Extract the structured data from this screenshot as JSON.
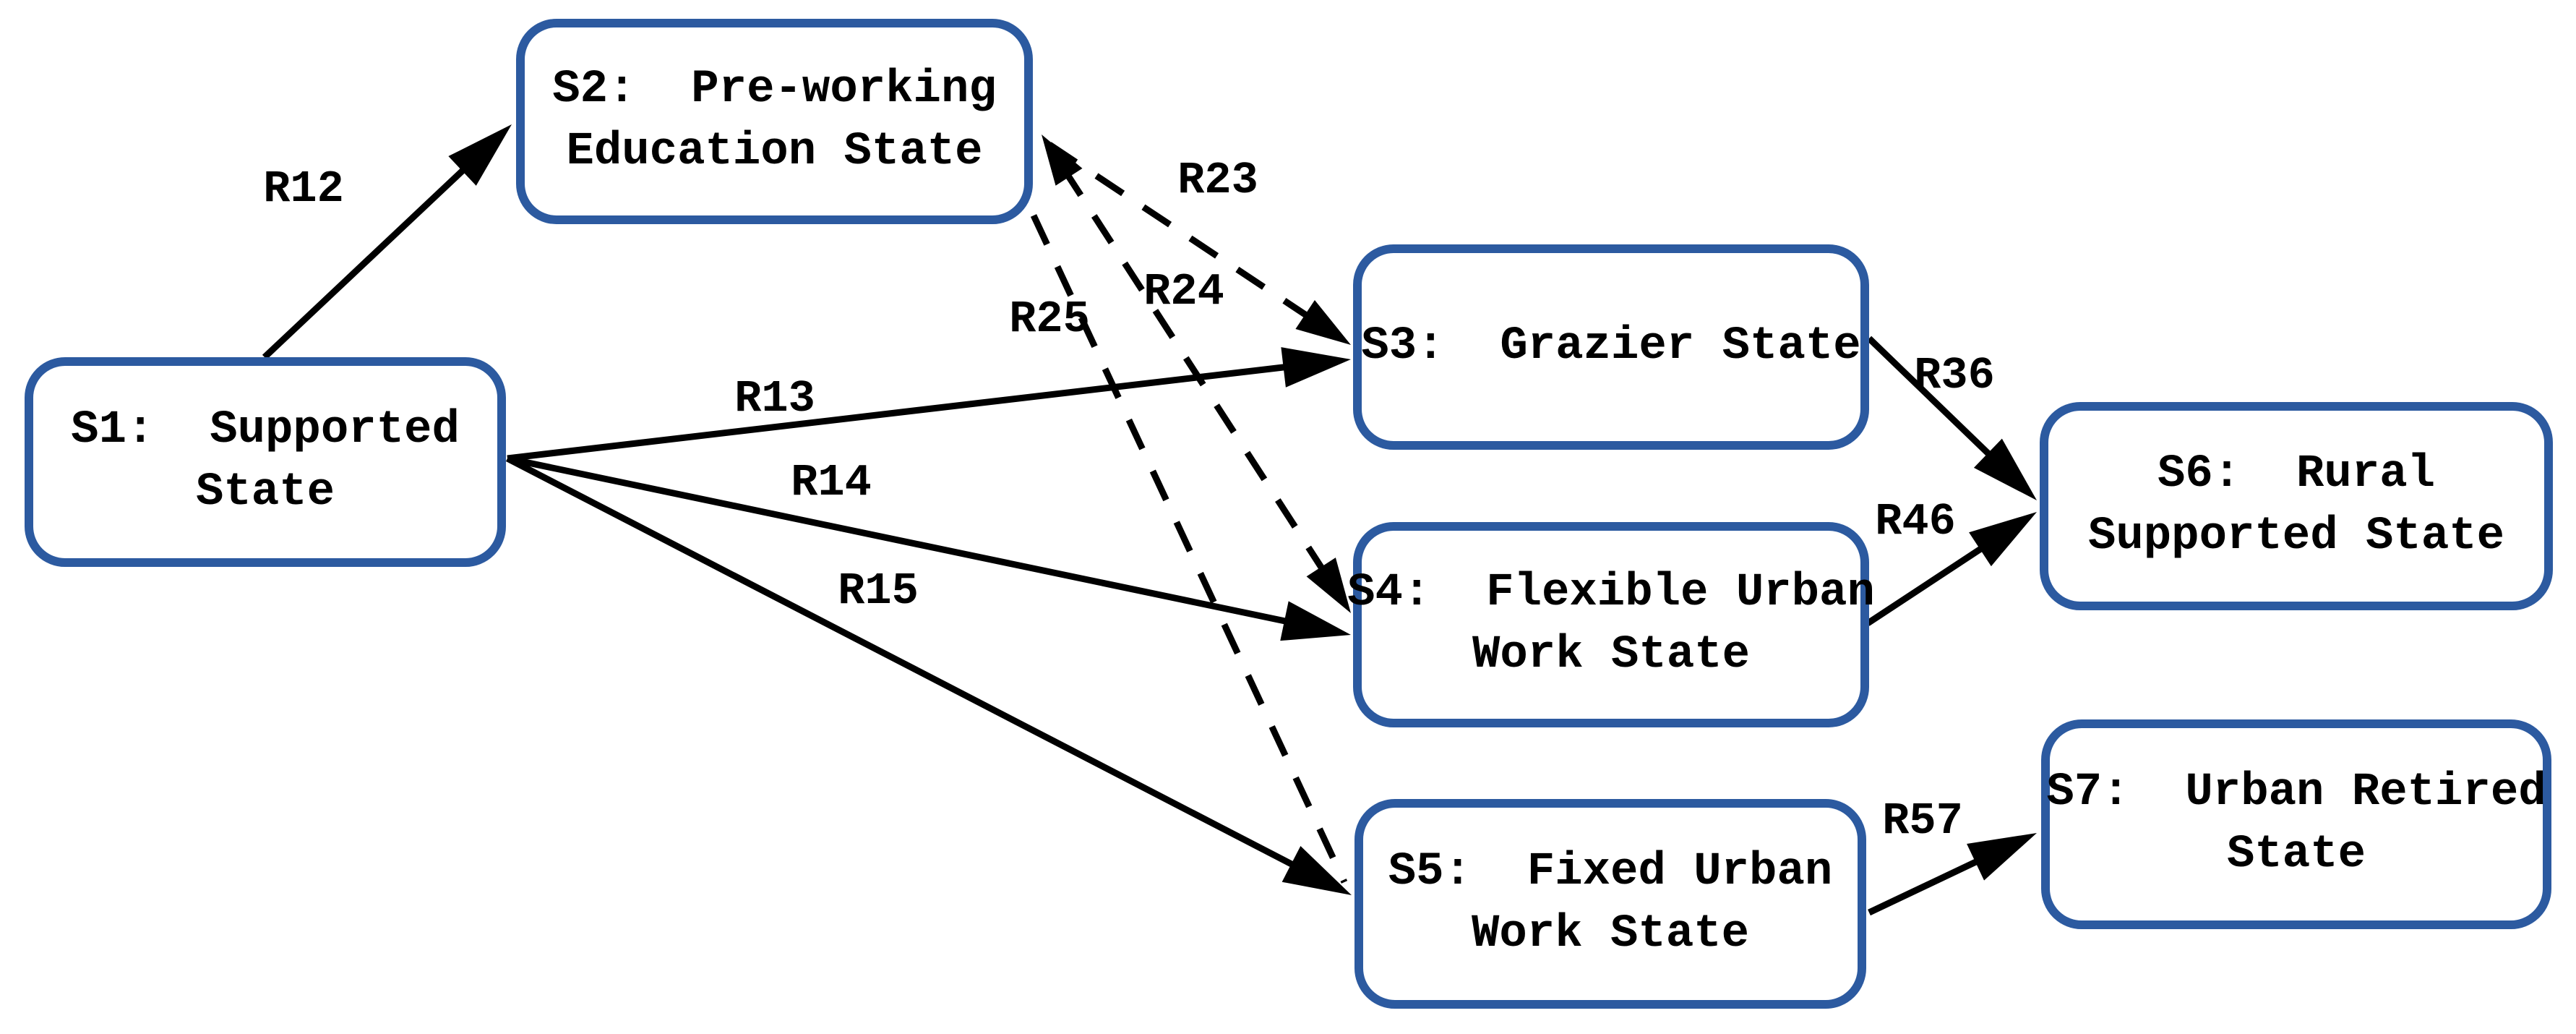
{
  "figure_type": "state-transition-diagram",
  "colors": {
    "background": "#ffffff",
    "node_border": "#2c5aa0",
    "node_fill": "#ffffff",
    "edge": "#000000",
    "text": "#000000"
  },
  "nodes": [
    {
      "id": "S1",
      "name": "Supported State",
      "lines": [
        "S1:  Supported",
        "State"
      ]
    },
    {
      "id": "S2",
      "name": "Pre-working Education State",
      "lines": [
        "S2:  Pre-working",
        "Education State"
      ]
    },
    {
      "id": "S3",
      "name": "Grazier State",
      "lines": [
        "S3:  Grazier State"
      ]
    },
    {
      "id": "S4",
      "name": "Flexible Urban Work State",
      "lines": [
        "S4:  Flexible Urban",
        "Work State"
      ]
    },
    {
      "id": "S5",
      "name": "Fixed Urban Work State",
      "lines": [
        "S5:  Fixed Urban",
        "Work State"
      ]
    },
    {
      "id": "S6",
      "name": "Rural Supported State",
      "lines": [
        "S6:  Rural",
        "Supported State"
      ]
    },
    {
      "id": "S7",
      "name": "Urban Retired State",
      "lines": [
        "S7:  Urban Retired",
        "State"
      ]
    }
  ],
  "edges": [
    {
      "id": "R12",
      "label": "R12",
      "from": "S1",
      "to": "S2",
      "line_style": "solid",
      "arrowheads": "end"
    },
    {
      "id": "R13",
      "label": "R13",
      "from": "S1",
      "to": "S3",
      "line_style": "solid",
      "arrowheads": "end"
    },
    {
      "id": "R14",
      "label": "R14",
      "from": "S1",
      "to": "S4",
      "line_style": "solid",
      "arrowheads": "end"
    },
    {
      "id": "R15",
      "label": "R15",
      "from": "S1",
      "to": "S5",
      "line_style": "solid",
      "arrowheads": "end"
    },
    {
      "id": "R23",
      "label": "R23",
      "from": "S2",
      "to": "S3",
      "line_style": "dashed",
      "arrowheads": "end"
    },
    {
      "id": "R24",
      "label": "R24",
      "from": "S2",
      "to": "S4",
      "line_style": "dashed",
      "arrowheads": "both"
    },
    {
      "id": "R25",
      "label": "R25",
      "from": "S2",
      "to": "S5",
      "line_style": "dashed",
      "arrowheads": "none"
    },
    {
      "id": "R36",
      "label": "R36",
      "from": "S3",
      "to": "S6",
      "line_style": "solid",
      "arrowheads": "end"
    },
    {
      "id": "R46",
      "label": "R46",
      "from": "S4",
      "to": "S6",
      "line_style": "solid",
      "arrowheads": "end"
    },
    {
      "id": "R57",
      "label": "R57",
      "from": "S5",
      "to": "S7",
      "line_style": "solid",
      "arrowheads": "end"
    }
  ]
}
